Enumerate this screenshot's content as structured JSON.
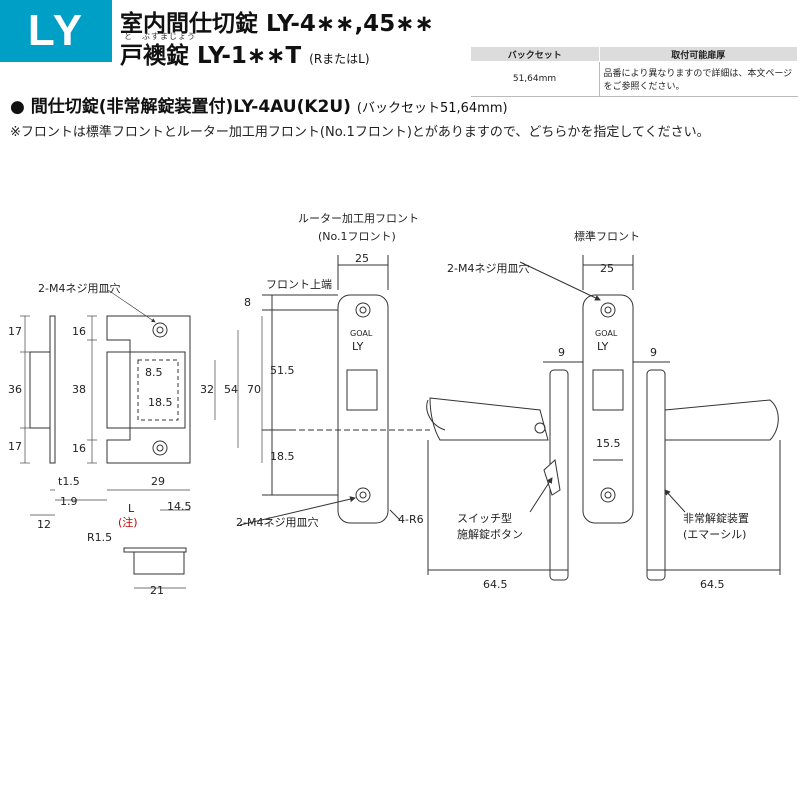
{
  "header": {
    "badge": "LY",
    "title_line1": "室内間仕切錠 LY-4∗∗,45∗∗",
    "ruby": "と　ぶすまじょう",
    "title_line2": "戸襖錠 LY-1∗∗T",
    "title_line2_suffix": "(RまたはL)",
    "accent_color": "#00a0c6"
  },
  "spec_table": {
    "headers": [
      "バックセット",
      "取付可能扉厚"
    ],
    "rows": [
      [
        "51,64mm",
        "品番により異なりますので詳細は、本文ページをご参照ください。"
      ]
    ]
  },
  "product_line": {
    "main": "● 間仕切錠(非常解錠装置付)LY-4AU(K2U)",
    "suffix": "(バックセット51,64mm)"
  },
  "note": "※フロントは標準フロントとルーター加工用フロント(No.1フロント)とがありますので、どちらかを指定してください。",
  "drawing": {
    "strike": {
      "hole_label": "2-M4ネジ用皿穴",
      "dims_left": [
        "17",
        "36",
        "17"
      ],
      "dims_left2": [
        "16",
        "38",
        "16"
      ],
      "dims_inner": [
        "8.5",
        "18.5",
        "32",
        "54",
        "70"
      ],
      "dims_bottom": [
        "29",
        "t1.5",
        "1.9",
        "12",
        "L",
        "14.5"
      ],
      "note_mark": "(注)",
      "radius": "R1.5",
      "width": "21"
    },
    "router_front": {
      "title_line1": "ルーター加工用フロント",
      "title_line2": "(No.1フロント)",
      "width": "25",
      "front_top": "フロント上端",
      "dims": [
        "8",
        "51.5",
        "18.5"
      ],
      "hole_label": "2-M4ネジ用皿穴",
      "radius": "4-R6",
      "brand": "GOAL",
      "model": "LY"
    },
    "standard_front": {
      "title": "標準フロント",
      "hole_label": "2-M4ネジ用皿穴",
      "width": "25",
      "brand": "GOAL",
      "model": "LY"
    },
    "lever": {
      "dim_left": "9",
      "dim_right": "9",
      "dim_center": "15.5",
      "length_left": "64.5",
      "length_right": "64.5",
      "switch_label_line1": "スイッチ型",
      "switch_label_line2": "施解錠ボタン",
      "emergency_label_line1": "非常解錠装置",
      "emergency_label_line2": "(エマーシル)"
    }
  }
}
